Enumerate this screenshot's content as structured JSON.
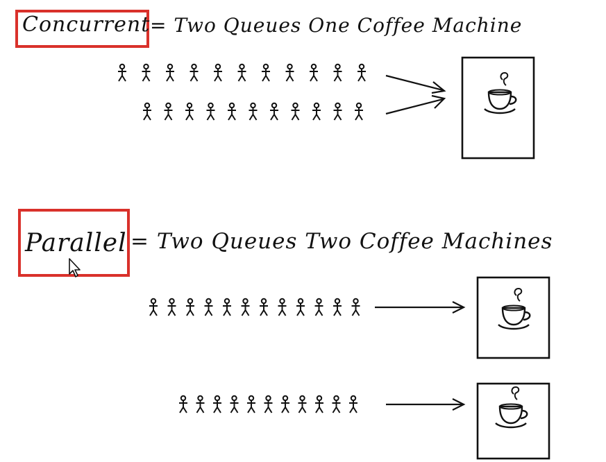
{
  "colors": {
    "highlight": "#d9312b",
    "ink": "#111111",
    "background": "#ffffff"
  },
  "concurrent": {
    "term": "Concurrent",
    "definition": "= Two Queues One Coffee Machine",
    "queues": [
      {
        "people": 11
      },
      {
        "people": 11
      }
    ],
    "machines": 1
  },
  "parallel": {
    "term": "Parallel",
    "definition": "= Two Queues Two Coffee Machines",
    "queues": [
      {
        "people": 12
      },
      {
        "people": 11
      }
    ],
    "machines": 2
  },
  "icons": [
    "stick-figure-icon",
    "arrow-icon",
    "coffee-cup-icon",
    "mouse-pointer-icon"
  ]
}
